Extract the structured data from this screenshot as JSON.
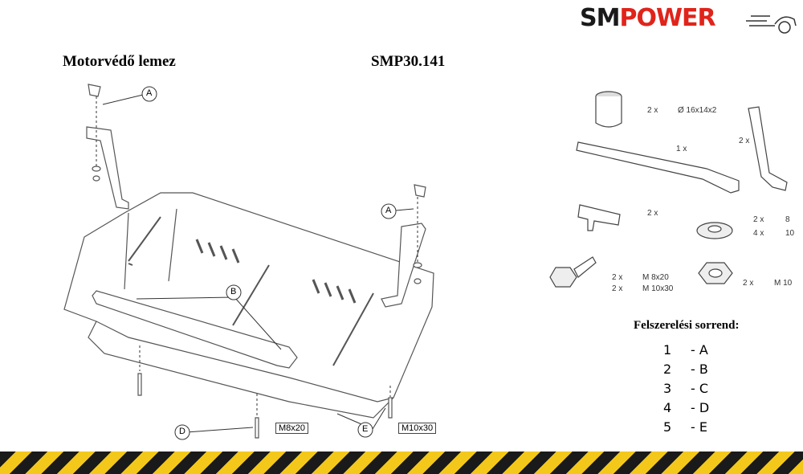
{
  "brand": {
    "logo_part1": "SM",
    "logo_part2": "POWER",
    "colors": {
      "accent": "#e0241b",
      "dark": "#1a1a1a",
      "stripe_yellow": "#f3c81b"
    }
  },
  "header": {
    "title": "Motorvédő lemez",
    "part_number": "SMP30.141"
  },
  "diagram_labels": {
    "callout_a": "A",
    "callout_b": "B",
    "callout_d": "D",
    "callout_e": "E",
    "bolt_left": "M8x20",
    "bolt_right": "M10x30"
  },
  "parts": [
    {
      "qty": "2 x",
      "spec": "Ø 16x14x2",
      "icon": "spacer-tube-icon"
    },
    {
      "qty": "1 x",
      "spec": "",
      "icon": "long-bracket-icon"
    },
    {
      "qty": "2 x",
      "spec": "",
      "icon": "angle-bracket-icon"
    },
    {
      "qty": "2 x",
      "spec": "",
      "icon": "clip-nut-icon"
    },
    {
      "qty1": "2 x",
      "qty2": "4 x",
      "size1": "8",
      "size2": "10",
      "icon": "washer-icon"
    },
    {
      "qty1": "2 x",
      "qty2": "2 x",
      "spec1": "M 8x20",
      "spec2": "M 10x30",
      "icon": "hex-bolt-icon"
    },
    {
      "qty": "2 x",
      "spec": "M 10",
      "icon": "hex-nut-icon"
    }
  ],
  "sequence": {
    "title": "Felszerelési sorrend:",
    "steps": [
      {
        "num": "1",
        "letter": "- A"
      },
      {
        "num": "2",
        "letter": "- B"
      },
      {
        "num": "3",
        "letter": "- C"
      },
      {
        "num": "4",
        "letter": "- D"
      },
      {
        "num": "5",
        "letter": "- E"
      }
    ]
  }
}
